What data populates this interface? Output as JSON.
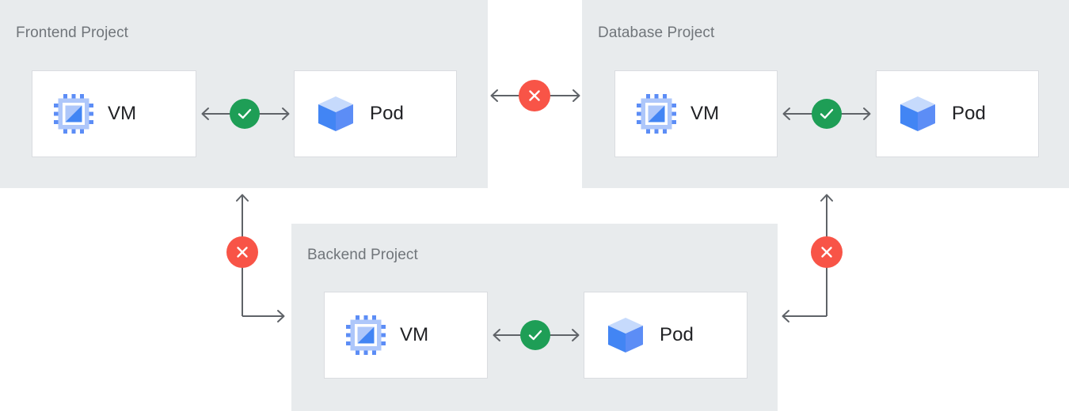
{
  "diagram": {
    "title_role": "project-connectivity-diagram",
    "colors": {
      "panel_background": "#e8ebed",
      "card_background": "#ffffff",
      "card_border": "#dadce0",
      "page_background": "#ffffff",
      "title_text": "#70757a",
      "label_text": "#202124",
      "connector_line": "#5f6368",
      "status_allowed": "#1e9e56",
      "status_blocked": "#f85447",
      "vm_icon_blue": "#5c8df6",
      "vm_icon_light": "#aec7fa",
      "pod_icon_top": "#c6dafc",
      "pod_icon_left": "#4285f4",
      "pod_icon_right": "#5c8df6"
    }
  },
  "panels": [
    {
      "id": "frontend",
      "title": "Frontend Project",
      "resources": [
        {
          "id": "frontend-vm",
          "label": "VM",
          "icon": "vm-chip-icon"
        },
        {
          "id": "frontend-pod",
          "label": "Pod",
          "icon": "pod-cube-icon"
        }
      ],
      "internal_link": {
        "status": "allowed",
        "icon": "check-circle-icon",
        "direction": "bidirectional"
      }
    },
    {
      "id": "database",
      "title": "Database Project",
      "resources": [
        {
          "id": "database-vm",
          "label": "VM",
          "icon": "vm-chip-icon"
        },
        {
          "id": "database-pod",
          "label": "Pod",
          "icon": "pod-cube-icon"
        }
      ],
      "internal_link": {
        "status": "allowed",
        "icon": "check-circle-icon",
        "direction": "bidirectional"
      }
    },
    {
      "id": "backend",
      "title": "Backend Project",
      "resources": [
        {
          "id": "backend-vm",
          "label": "VM",
          "icon": "vm-chip-icon"
        },
        {
          "id": "backend-pod",
          "label": "Pod",
          "icon": "pod-cube-icon"
        }
      ],
      "internal_link": {
        "status": "allowed",
        "icon": "check-circle-icon",
        "direction": "bidirectional"
      }
    }
  ],
  "cross_project_links": [
    {
      "id": "frontend-database",
      "from": "frontend",
      "to": "database",
      "status": "blocked",
      "icon": "x-circle-icon",
      "direction": "bidirectional",
      "shape": "straight-horizontal"
    },
    {
      "id": "frontend-backend",
      "from": "frontend",
      "to": "backend",
      "status": "blocked",
      "icon": "x-circle-icon",
      "direction": "bidirectional",
      "shape": "elbow-left"
    },
    {
      "id": "database-backend",
      "from": "database",
      "to": "backend",
      "status": "blocked",
      "icon": "x-circle-icon",
      "direction": "bidirectional",
      "shape": "elbow-right"
    }
  ]
}
